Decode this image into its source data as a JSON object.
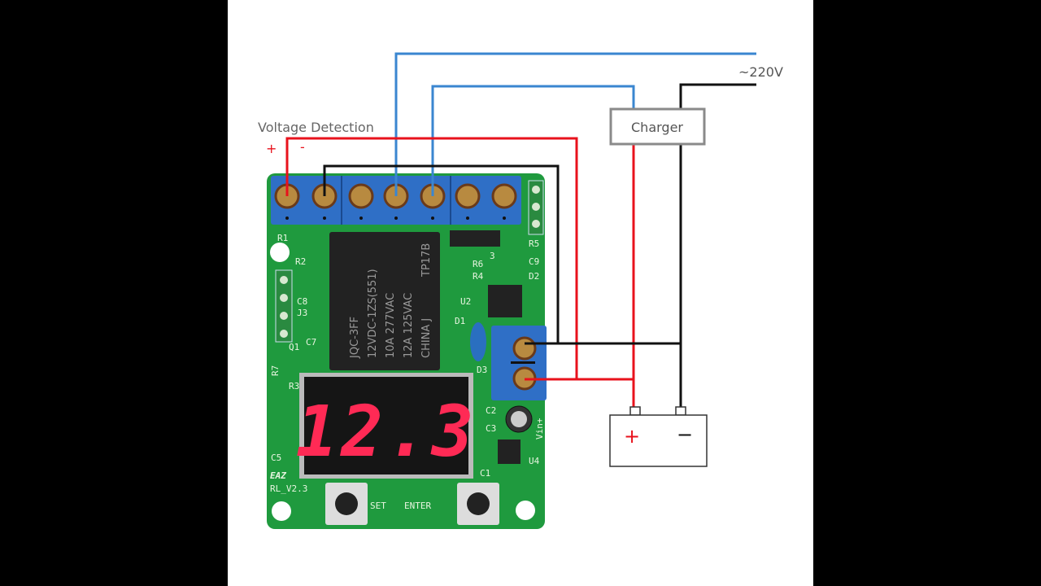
{
  "diagram": {
    "labels": {
      "voltage_detection": "Voltage Detection",
      "plus": "+",
      "minus": "-",
      "mains": "~220V",
      "charger": "Charger",
      "battery_plus": "+",
      "battery_minus": "−"
    },
    "board": {
      "display_value": "12.3",
      "buttons": {
        "set": "SET",
        "enter": "ENTER"
      },
      "version": "RL_V2.3",
      "brand": "EAZ",
      "relay_lines": [
        "JQC-3FF",
        "12VDC-1ZS(551)",
        "10A 277VAC",
        "12A 125VAC",
        "CHINA  J",
        "TP17B"
      ],
      "silkscreen": [
        "R1",
        "R2",
        "C8",
        "J3",
        "C7",
        "Q1",
        "R7",
        "R3",
        "C5",
        "R5",
        "C9",
        "R6",
        "R4",
        "D2",
        "U2",
        "D1",
        "D3",
        "C2",
        "C3",
        "C1",
        "U4",
        "Vin+",
        "3"
      ]
    },
    "colors": {
      "wire_red": "#e8121c",
      "wire_blue": "#3a86d0",
      "wire_black": "#111111",
      "pcb_green": "#1f9a3e",
      "terminal_blue": "#2f6fc6",
      "charger_border": "#8a8a8a"
    }
  }
}
